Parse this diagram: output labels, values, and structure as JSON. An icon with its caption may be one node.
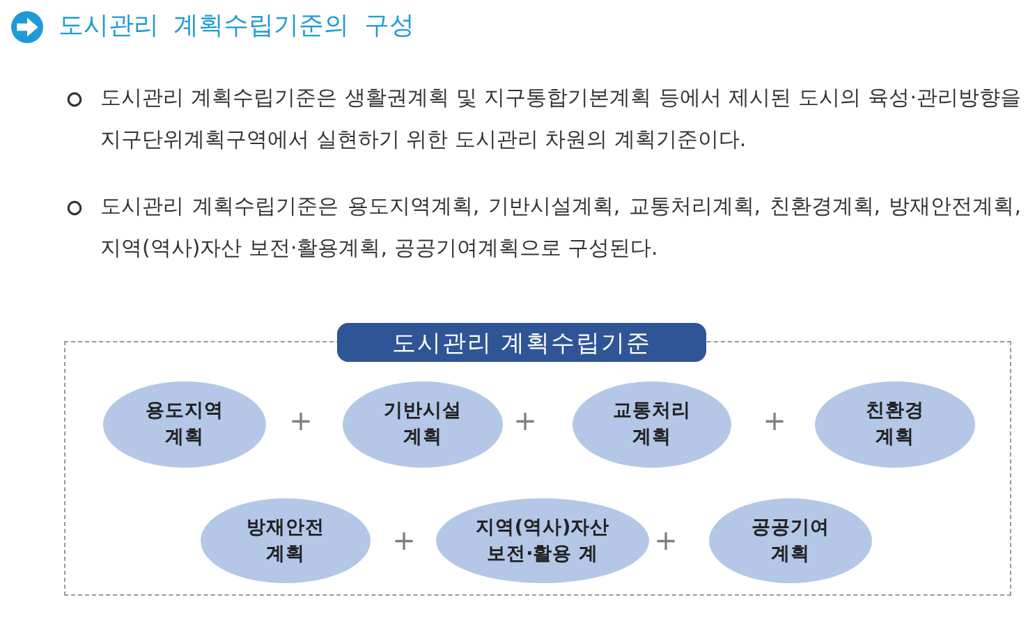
{
  "diagram": {
    "title": "도시관리 계획수립기준의 구성",
    "nodes": [
      {
        "text": [
          "도시관리 계획수립기준"
        ]
      },
      {
        "text": [
          "용도지역 계획"
        ],
        "in": 0
      },
      {
        "text": [
          "기반시설 계획"
        ],
        "in": 0
      },
      {
        "text": [
          "교통처리 계획"
        ],
        "in": 0
      },
      {
        "text": [
          "친환경 계획"
        ],
        "in": 0
      },
      {
        "text": [
          "방재안전 계획"
        ],
        "in": 0
      },
      {
        "text": [
          "지역(역사)자산 보전·활용 계"
        ],
        "in": 0
      },
      {
        "text": [
          "공공기여 계획"
        ],
        "in": 0
      }
    ],
    "labels": [
      "도시관리 계획수립기준은 생활권계획 및 지구통합기본계획 등에서 제시된 도시의 육성·관리방향을 지구단위계획구역에서 실현하기 위한 도시관리 차원의 계획기준이다.",
      "도시관리 계획수립기준은 용도지역계획, 기반시설계획, 교통처리계획, 친환경계획, 방재안전계획, 지역(역사)자산 보전·활용계획, 공공기여계획으로 구성된다.",
      "+",
      "+",
      "+",
      "+",
      "+"
    ]
  }
}
